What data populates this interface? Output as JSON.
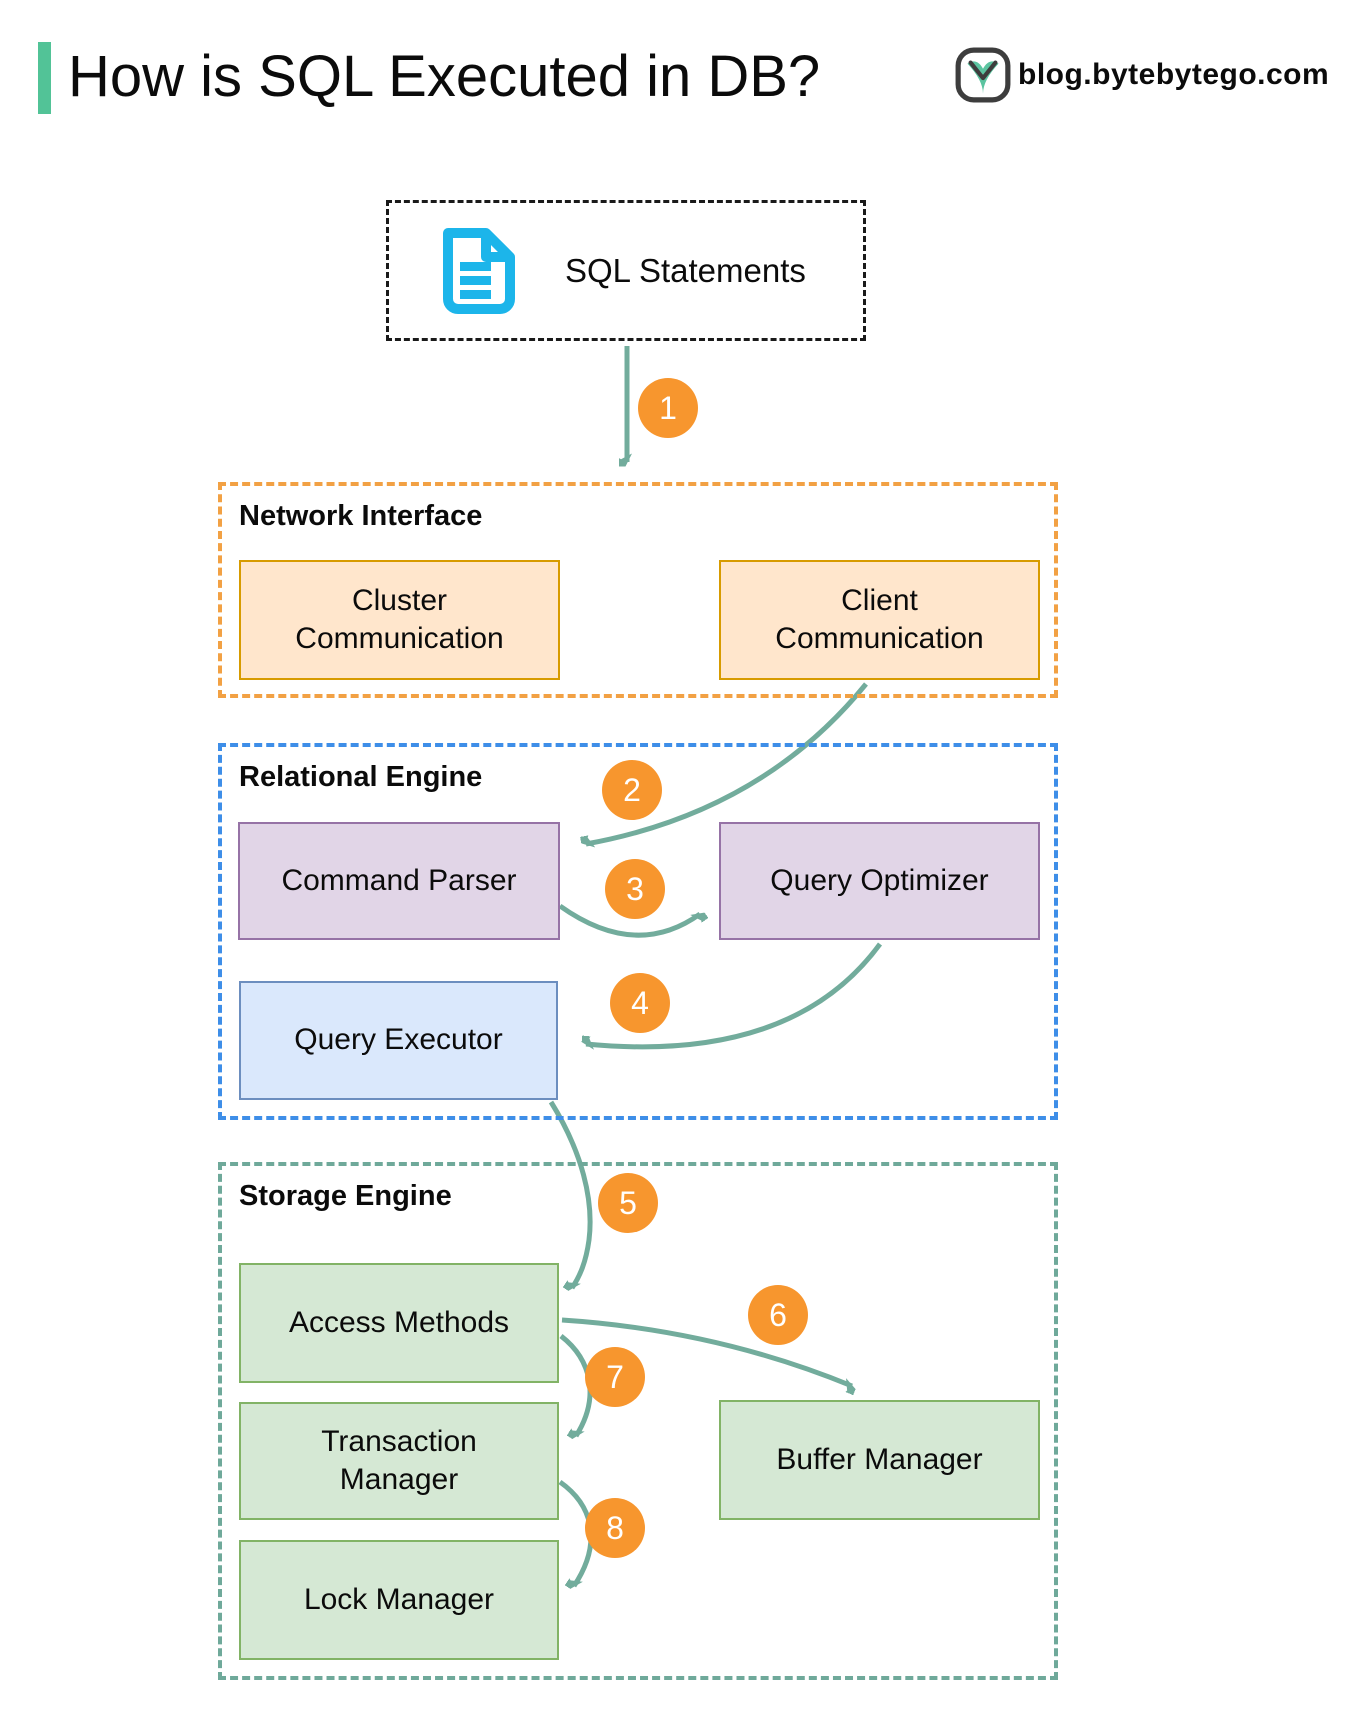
{
  "header": {
    "title": "How is SQL Executed in DB?",
    "site": "blog.bytebytego.com"
  },
  "flow": {
    "source": {
      "label": "SQL Statements",
      "icon": "document-icon"
    },
    "steps": [
      "1",
      "2",
      "3",
      "4",
      "5",
      "6",
      "7",
      "8"
    ],
    "sections": [
      {
        "id": "network-interface",
        "title": "Network Interface",
        "nodes": [
          {
            "label": "Cluster\nCommunication"
          },
          {
            "label": "Client\nCommunication"
          }
        ]
      },
      {
        "id": "relational-engine",
        "title": "Relational Engine",
        "nodes": [
          {
            "label": "Command Parser"
          },
          {
            "label": "Query Optimizer"
          },
          {
            "label": "Query Executor"
          }
        ]
      },
      {
        "id": "storage-engine",
        "title": "Storage Engine",
        "nodes": [
          {
            "label": "Access Methods"
          },
          {
            "label": "Transaction\nManager"
          },
          {
            "label": "Lock Manager"
          },
          {
            "label": "Buffer Manager"
          }
        ]
      }
    ]
  },
  "colors": {
    "accent_bar": "#52C397",
    "arrow": "#72AC9C",
    "step_badge": "#F7962E",
    "network_border": "#F2A144",
    "relational_border": "#3E8EE8",
    "storage_border": "#6FA99A",
    "node_orange_fill": "#FFE6CC",
    "node_orange_border": "#D79B00",
    "node_purple_fill": "#E1D5E7",
    "node_purple_border": "#9673A6",
    "node_blue_fill": "#DAE8FC",
    "node_blue_border": "#6C8EBF",
    "node_green_fill": "#D5E8D4",
    "node_green_border": "#82B366",
    "document_icon": "#1CB5EA"
  }
}
